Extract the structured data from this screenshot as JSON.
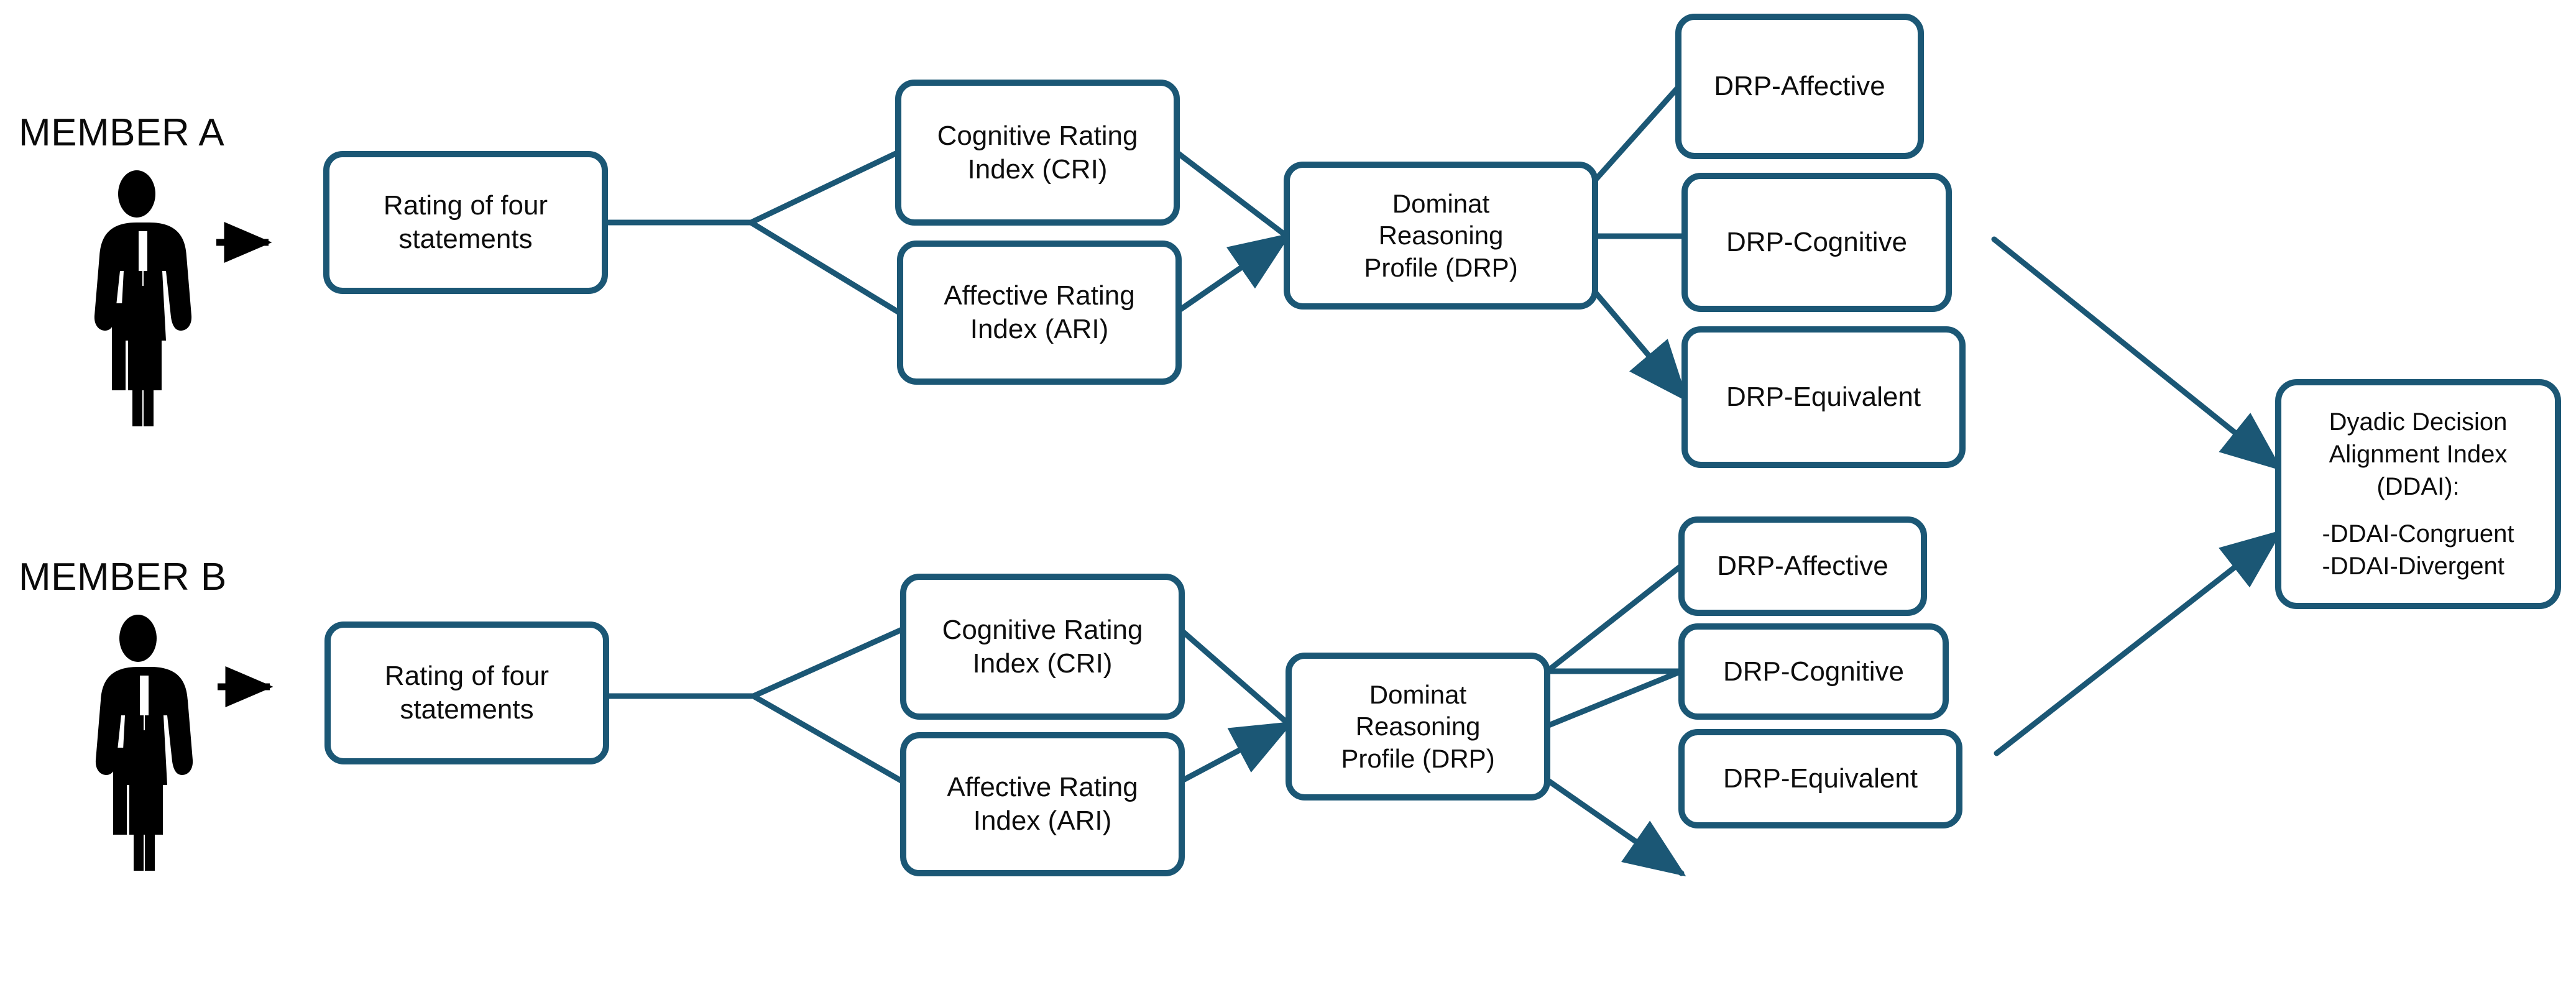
{
  "diagram": {
    "title": "Dyadic decision alignment measurement flow",
    "accent_color": "#1b5775",
    "text_color": "#0d0d0d",
    "background_color": "#ffffff",
    "arrow_color": "#000000"
  },
  "members": [
    {
      "id": "member-a",
      "label": "MEMBER A",
      "icon": "person-icon",
      "arrow_icon": "right-arrow-icon",
      "rating_box": "Rating of four statements",
      "indices": [
        {
          "line1": "Cognitive Rating",
          "line2": "Index (CRI)"
        },
        {
          "line1": "Affective Rating",
          "line2": "Index (ARI)"
        }
      ],
      "profile": {
        "line1": "Dominat",
        "line2": "Reasoning",
        "line3": "Profile (DRP)"
      },
      "outcomes": [
        "DRP-Affective",
        "DRP-Cognitive",
        "DRP-Equivalent"
      ]
    },
    {
      "id": "member-b",
      "label": "MEMBER B",
      "icon": "person-icon",
      "arrow_icon": "right-arrow-icon",
      "rating_box": "Rating of four statements",
      "indices": [
        {
          "line1": "Cognitive Rating",
          "line2": "Index (CRI)"
        },
        {
          "line1": "Affective Rating",
          "line2": "Index (ARI)"
        }
      ],
      "profile": {
        "line1": "Dominat",
        "line2": "Reasoning",
        "line3": "Profile (DRP)"
      },
      "outcomes": [
        "DRP-Affective",
        "DRP-Cognitive",
        "DRP-Equivalent"
      ]
    }
  ],
  "result": {
    "id": "ddai",
    "line1": "Dyadic Decision",
    "line2": "Alignment Index",
    "line3": "(DDAI):",
    "bullet1": "-DDAI-Congruent",
    "bullet2": "-DDAI-Divergent"
  }
}
